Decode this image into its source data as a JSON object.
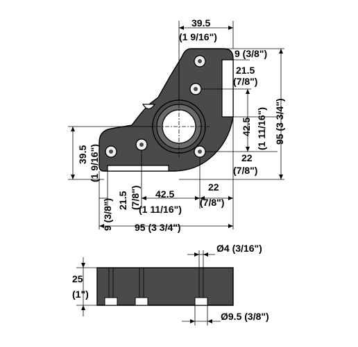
{
  "top_view": {
    "dim_top_width": "39.5",
    "dim_top_width_in": "(1 9/16\")",
    "dim_right_offset": "9 (3/8\")",
    "dim_right_slot": "21.5",
    "dim_right_slot_in": "(7/8\")",
    "dim_right_mid": "42.5",
    "dim_right_mid_in": "(1 11/16\")",
    "dim_right_total": "95 (3 3/4\")",
    "dim_right_lower": "22",
    "dim_right_lower_in": "(7/8\")",
    "dim_left_height": "39.5",
    "dim_left_height_in": "(1 9/16\")",
    "dim_bottom_offset": "9 (3/8\")",
    "dim_bottom_slot": "21.5",
    "dim_bottom_slot_in": "(7/8\")",
    "dim_bottom_mid": "42.5",
    "dim_bottom_mid_in": "(1 11/16\")",
    "dim_bottom_right": "22",
    "dim_bottom_right_in": "(7/8\")",
    "dim_bottom_total": "95 (3 3/4\")"
  },
  "side_view": {
    "dim_height": "25",
    "dim_height_in": "(1\")",
    "dim_pin": "Ø4 (3/16\")",
    "dim_bore": "Ø9.5 (3/8\")"
  },
  "colors": {
    "part_fill": "#4a4a4a",
    "line": "#000000",
    "background": "#ffffff"
  }
}
